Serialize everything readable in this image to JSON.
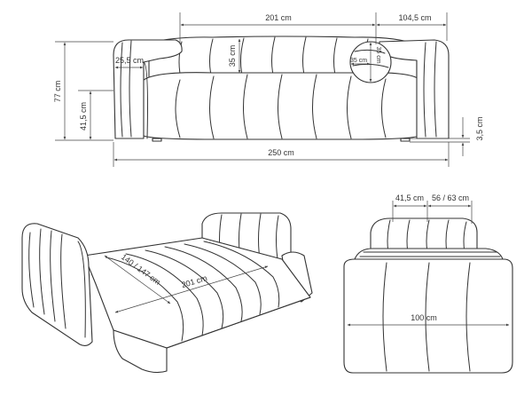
{
  "colors": {
    "line": "#333333",
    "background": "#ffffff"
  },
  "front_view": {
    "width_seat": "201 cm",
    "depth_side": "104,5 cm",
    "armrest_width": "25,5 cm",
    "back_cushion_height": "35 cm",
    "cushion_diameter_h": "35 cm",
    "cushion_diameter_v": "35 cm",
    "total_height": "77 cm",
    "seat_height": "41,5 cm",
    "leg_height": "3,5 cm",
    "total_width": "250 cm"
  },
  "bed_view": {
    "bed_width": "140 / 147 cm",
    "bed_length": "201 cm"
  },
  "side_view": {
    "seat_depth": "41,5 cm",
    "back_depth": "56 / 63 cm",
    "bed_depth": "100 cm"
  }
}
